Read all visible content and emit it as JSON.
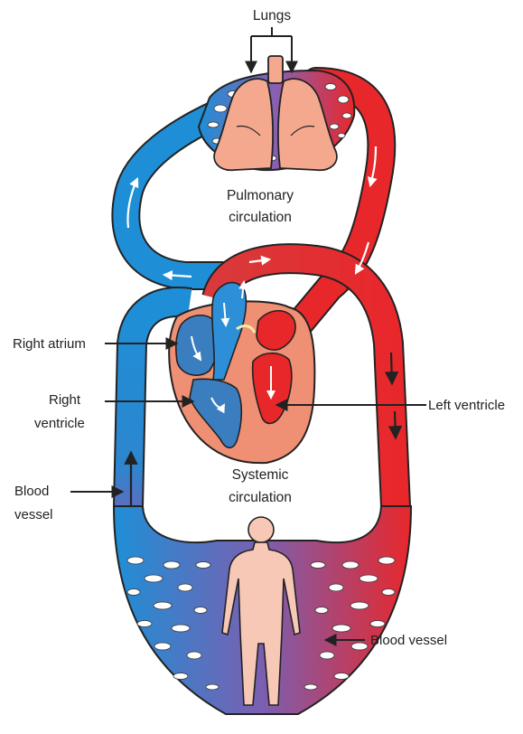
{
  "labels": {
    "lungs": "Lungs",
    "pulmonary_line1": "Pulmonary",
    "pulmonary_line2": "circulation",
    "right_atrium": "Right atrium",
    "right_ventricle_line1": "Right",
    "right_ventricle_line2": "ventricle",
    "left_ventricle": "Left ventricle",
    "systemic_line1": "Systemic",
    "systemic_line2": "circulation",
    "blood_vessel_left_line1": "Blood",
    "blood_vessel_left_line2": "vessel",
    "blood_vessel_right": "Blood vessel"
  },
  "colors": {
    "oxygenated": "#e8272b",
    "deoxygenated": "#1e8fd6",
    "capillary_mix": "#7b5fb0",
    "lung_tissue": "#f4a98f",
    "heart_muscle": "#ef8f73",
    "body_silhouette": "#f8c8b6"
  },
  "icons": {
    "leader_arrow": "arrow-icon",
    "flow_arrow": "flow-arrow-icon"
  }
}
